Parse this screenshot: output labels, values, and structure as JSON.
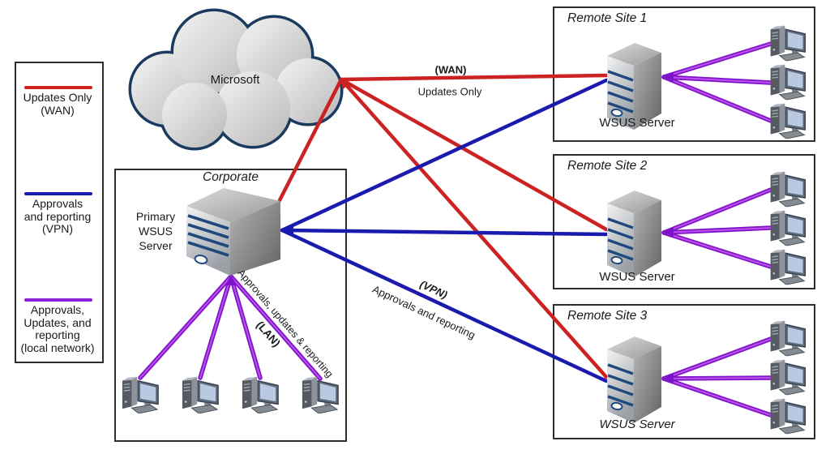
{
  "cloud": {
    "label": "Microsoft"
  },
  "legend": {
    "items": [
      {
        "id": "wan",
        "lines": [
          "Updates Only",
          "(WAN)"
        ]
      },
      {
        "id": "vpn",
        "lines": [
          "Approvals",
          "and reporting",
          "(VPN)"
        ]
      },
      {
        "id": "lan",
        "lines": [
          "Approvals,",
          "Updates, and",
          "reporting",
          "(local network)"
        ]
      }
    ]
  },
  "corporate": {
    "title": "Corporate",
    "server_label": [
      "Primary",
      "WSUS",
      "Server"
    ]
  },
  "connectors": {
    "wan": {
      "tag": "(WAN)",
      "label": "Updates Only",
      "color": "#CD2222"
    },
    "vpn": {
      "tag": "(VPN)",
      "label": "Approvals and reporting",
      "color": "#1A1AAF"
    },
    "lan": {
      "tag": "(LAN)",
      "label": "Approvals, updates & reporting",
      "color": "#7E14C8"
    }
  },
  "sites": [
    {
      "title": "Remote Site 1",
      "server_label": "WSUS Server"
    },
    {
      "title": "Remote Site 2",
      "server_label": "WSUS Server"
    },
    {
      "title": "Remote Site 3",
      "server_label": "WSUS Server"
    }
  ]
}
